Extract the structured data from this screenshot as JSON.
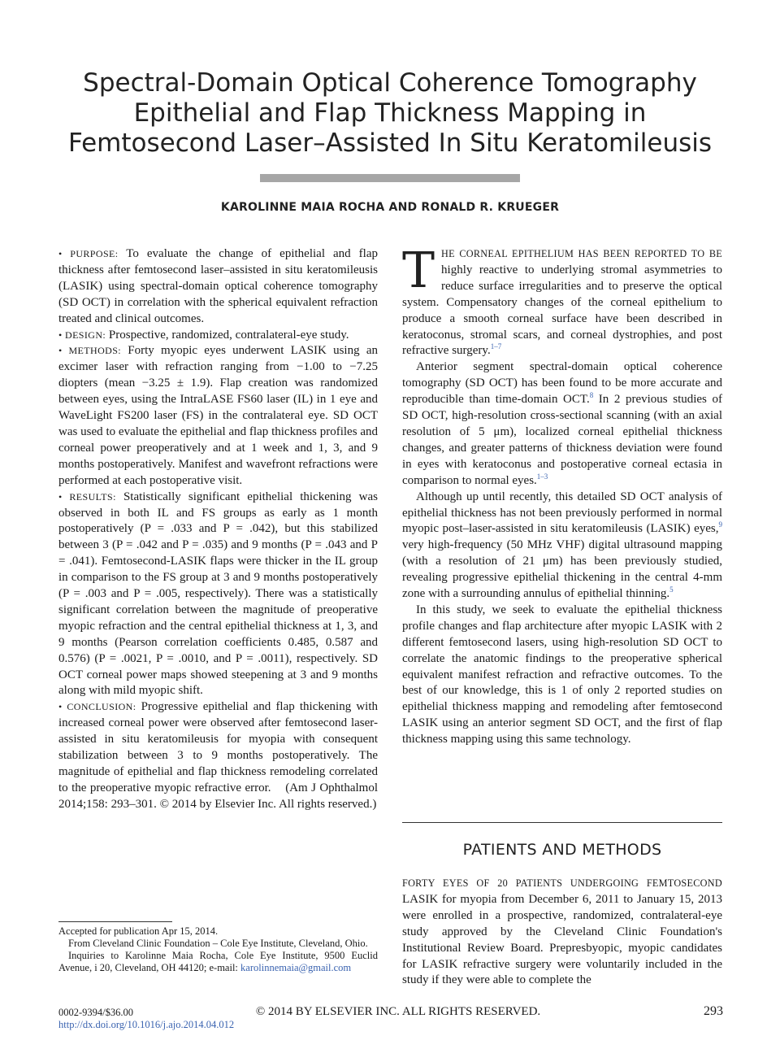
{
  "title": "Spectral-Domain Optical Coherence Tomography Epithelial and Flap Thickness Mapping in Femtosecond Laser–Assisted In Situ Keratomileusis",
  "authors": "KAROLINNE MAIA ROCHA AND RONALD R. KRUEGER",
  "abstract": {
    "purpose_label": "• PURPOSE:",
    "purpose_text": "To evaluate the change of epithelial and flap thickness after femtosecond laser–assisted in situ keratomileusis (LASIK) using spectral-domain optical coherence tomography (SD OCT) in correlation with the spherical equivalent refraction treated and clinical outcomes.",
    "design_label": "• DESIGN:",
    "design_text": "Prospective, randomized, contralateral-eye study.",
    "methods_label": "• METHODS:",
    "methods_text": "Forty myopic eyes underwent LASIK using an excimer laser with refraction ranging from −1.00 to −7.25 diopters (mean −3.25 ± 1.9). Flap creation was randomized between eyes, using the IntraLASE FS60 laser (IL) in 1 eye and WaveLight FS200 laser (FS) in the contralateral eye. SD OCT was used to evaluate the epithelial and flap thickness profiles and corneal power preoperatively and at 1 week and 1, 3, and 9 months postoperatively. Manifest and wavefront refractions were performed at each postoperative visit.",
    "results_label": "• RESULTS:",
    "results_text": "Statistically significant epithelial thickening was observed in both IL and FS groups as early as 1 month postoperatively (P = .033 and P = .042), but this stabilized between 3 (P = .042 and P = .035) and 9 months (P = .043 and P = .041). Femtosecond-LASIK flaps were thicker in the IL group in comparison to the FS group at 3 and 9 months postoperatively (P = .003 and P = .005, respectively). There was a statistically significant correlation between the magnitude of preoperative myopic refraction and the central epithelial thickness at 1, 3, and 9 months (Pearson correlation coefficients 0.485, 0.587 and 0.576) (P = .0021, P = .0010, and P = .0011), respectively. SD OCT corneal power maps showed steepening at 3 and 9 months along with mild myopic shift.",
    "conclusion_label": "• CONCLUSION:",
    "conclusion_text": "Progressive epithelial and flap thickening with increased corneal power were observed after femtosecond laser-assisted in situ keratomileusis for myopia with consequent stabilization between 3 to 9 months postoperatively. The magnitude of epithelial and flap thickness remodeling correlated to the preoperative myopic refractive error.",
    "citation": "(Am J Ophthalmol 2014;158: 293–301. © 2014 by Elsevier Inc. All rights reserved.)"
  },
  "footnotes": {
    "accepted": "Accepted for publication Apr 15, 2014.",
    "affiliation": "From Cleveland Clinic Foundation – Cole Eye Institute, Cleveland, Ohio.",
    "inquiries": "Inquiries to Karolinne Maia Rocha, Cole Eye Institute, 9500 Euclid Avenue, i 20, Cleveland, OH 44120; e-mail:",
    "email": "karolinnemaia@gmail.com"
  },
  "intro": {
    "dropcap": "T",
    "p1_lead": "HE CORNEAL EPITHELIUM HAS BEEN REPORTED TO BE",
    "p1_text": "highly reactive to underlying stromal asymmetries to reduce surface irregularities and to preserve the optical system. Compensatory changes of the corneal epithelium to produce a smooth corneal surface have been described in keratoconus, stromal scars, and corneal dystrophies, and post refractive surgery.",
    "p1_ref": "1–7",
    "p2_a": "Anterior segment spectral-domain optical coherence tomography (SD OCT) has been found to be more accurate and reproducible than time-domain OCT.",
    "p2_ref1": "8",
    "p2_b": "In 2 previous studies of SD OCT, high-resolution cross-sectional scanning (with an axial resolution of 5 μm), localized corneal epithelial thickness changes, and greater patterns of thickness deviation were found in eyes with keratoconus and postoperative corneal ectasia in comparison to normal eyes.",
    "p2_ref2": "1–3",
    "p3_a": "Although up until recently, this detailed SD OCT analysis of epithelial thickness has not been previously performed in normal myopic post–laser-assisted in situ keratomileusis (LASIK) eyes,",
    "p3_ref1": "9",
    "p3_b": "very high-frequency (50 MHz VHF) digital ultrasound mapping (with a resolution of 21 μm) has been previously studied, revealing progressive epithelial thickening in the central 4-mm zone with a surrounding annulus of epithelial thinning.",
    "p3_ref2": "5",
    "p4": "In this study, we seek to evaluate the epithelial thickness profile changes and flap architecture after myopic LASIK with 2 different femtosecond lasers, using high-resolution SD OCT to correlate the anatomic findings to the preoperative spherical equivalent manifest refraction and refractive outcomes. To the best of our knowledge, this is 1 of only 2 reported studies on epithelial thickness mapping and remodeling after femtosecond LASIK using an anterior segment SD OCT, and the first of flap thickness mapping using this same technology."
  },
  "methods": {
    "heading": "PATIENTS AND METHODS",
    "lead": "FORTY EYES OF 20 PATIENTS UNDERGOING FEMTOSECOND",
    "text": "LASIK for myopia from December 6, 2011 to January 15, 2013 were enrolled in a prospective, randomized, contralateral-eye study approved by the Cleveland Clinic Foundation's Institutional Review Board. Prepresbyopic, myopic candidates for LASIK refractive surgery were voluntarily included in the study if they were able to complete the"
  },
  "footer": {
    "issn": "0002-9394/$36.00",
    "doi": "http://dx.doi.org/10.1016/j.ajo.2014.04.012",
    "copyright": "© 2014 BY ELSEVIER INC. ALL RIGHTS RESERVED.",
    "page": "293"
  }
}
